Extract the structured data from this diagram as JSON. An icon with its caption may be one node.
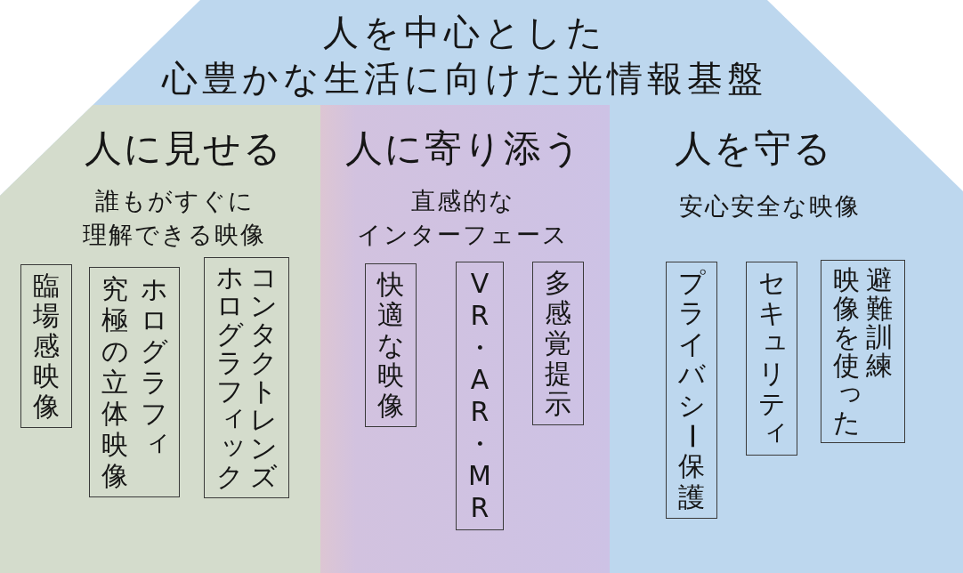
{
  "diagram": {
    "nodes": [
      {
        "text": [
          "人を中心とした心豊かな生活に向けた光情報基盤"
        ]
      },
      {
        "text": [
          "人に見せる",
          "誰もがすぐに理解できる映像"
        ],
        "in": 0
      },
      {
        "text": [
          "臨場感映像"
        ],
        "in": 1
      },
      {
        "text": [
          "究極の立体映像",
          "ホログラフィ"
        ],
        "in": 1
      },
      {
        "text": [
          "コンタクトレンズホログラフィック"
        ],
        "in": 1
      },
      {
        "text": [
          "人に寄り添う",
          "直感的なインターフェース"
        ],
        "in": 0
      },
      {
        "text": [
          "快適な映像"
        ],
        "in": 5
      },
      {
        "text": [
          "VR・AR・MR"
        ],
        "in": 5
      },
      {
        "text": [
          "多感覚提示"
        ],
        "in": 5
      },
      {
        "text": [
          "人を守る",
          "安心安全な映像"
        ],
        "in": 0
      },
      {
        "text": [
          "プライバシー保護"
        ],
        "in": 9
      },
      {
        "text": [
          "セキュリティ"
        ],
        "in": 9
      },
      {
        "text": [
          "映像を使った",
          "避難訓練"
        ],
        "in": 9
      }
    ]
  }
}
